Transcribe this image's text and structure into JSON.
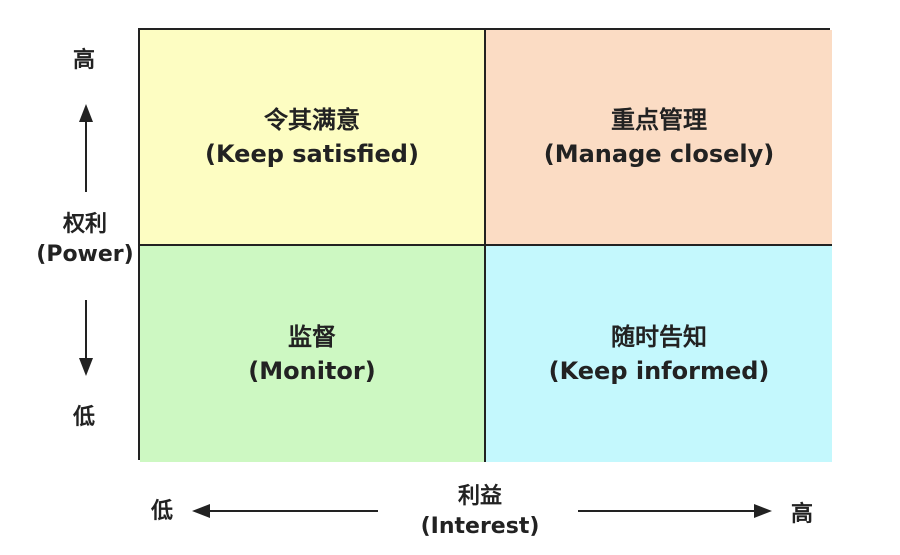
{
  "colors": {
    "keep_satisfied": "#fdfdc2",
    "manage_closely": "#fbdcc4",
    "monitor": "#cdf8c2",
    "keep_informed": "#c4f8fd",
    "border": "#222222"
  },
  "quadrants": {
    "top_left": {
      "cn": "令其满意",
      "en": "(Keep satisfied)"
    },
    "top_right": {
      "cn": "重点管理",
      "en": "(Manage closely)"
    },
    "bottom_left": {
      "cn": "监督",
      "en": "(Monitor)"
    },
    "bottom_right": {
      "cn": "随时告知",
      "en": "(Keep informed)"
    }
  },
  "y_axis": {
    "high": "高",
    "low": "低",
    "cn": "权利",
    "en": "(Power)"
  },
  "x_axis": {
    "high": "高",
    "low": "低",
    "cn": "利益",
    "en": "(Interest)"
  },
  "icons": [
    "arrow-up-icon",
    "arrow-down-icon",
    "arrow-left-icon",
    "arrow-right-icon"
  ]
}
